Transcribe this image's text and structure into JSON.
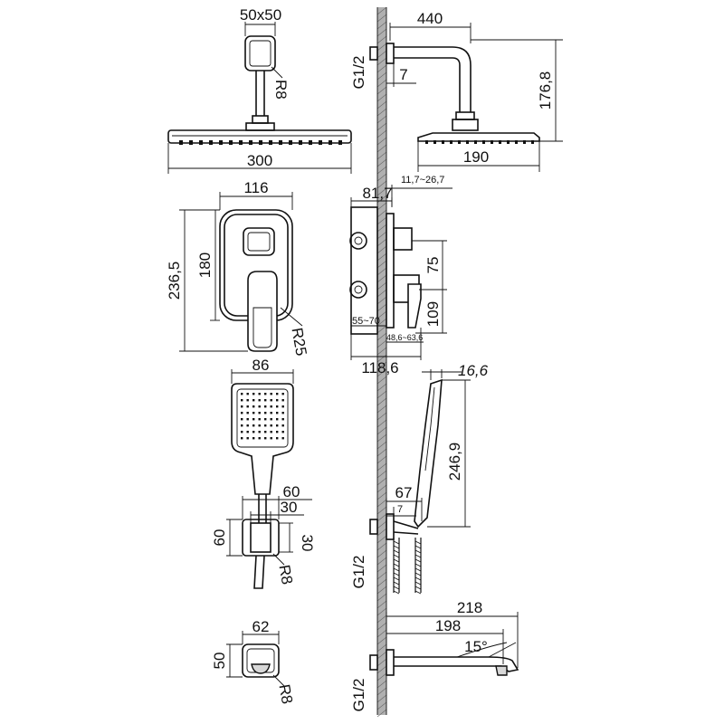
{
  "head_front": {
    "arm_width": "50x50",
    "arm_radius": "R8",
    "width": "300"
  },
  "head_side": {
    "projection": "440",
    "depth": "7",
    "height": "176,8",
    "thread": "G1/2",
    "head_width": "190"
  },
  "mixer_front": {
    "width": "116",
    "height_outer": "236,5",
    "height_inner": "180",
    "radius": "R25"
  },
  "mixer_side": {
    "depth": "81,7",
    "trim_range": "11,7~26,7",
    "depth_total": "118,6",
    "v_upper": "75",
    "v_lower": "109",
    "install_range": "55~70",
    "cover_range": "48,6~63,6"
  },
  "hand_front": {
    "width": "86",
    "bracket_outer": "60",
    "bracket_inner": "30",
    "bracket_height": "60",
    "bracket_height_inner": "30",
    "radius": "R8"
  },
  "hand_side": {
    "thickness": "16,6",
    "length": "246,9",
    "offset": "67",
    "depth": "7",
    "thread": "G1/2"
  },
  "spout_front": {
    "width": "62",
    "height": "50",
    "radius": "R8"
  },
  "spout_side": {
    "length_total": "218",
    "length": "198",
    "angle": "15°",
    "thread": "G1/2"
  }
}
